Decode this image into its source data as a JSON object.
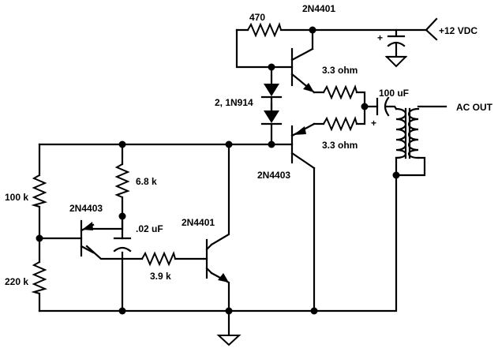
{
  "components": {
    "r470": {
      "label": "470"
    },
    "q_top": {
      "label": "2N4401"
    },
    "supply": {
      "label": "+12 VDC"
    },
    "r3a": {
      "label": "3.3 ohm"
    },
    "c100": {
      "label": "100 uF",
      "polarity": "+"
    },
    "c_supply": {
      "polarity": "+"
    },
    "diodes": {
      "label": "2, 1N914"
    },
    "r3b": {
      "label": "3.3 ohm"
    },
    "xfmr": {
      "label": "AC OUT"
    },
    "r100k": {
      "label": "100 k"
    },
    "r68k": {
      "label": "6.8 k"
    },
    "q_pnp_b": {
      "label": "2N4403"
    },
    "q_pnp_l": {
      "label": "2N4403"
    },
    "c02": {
      "label": ".02 uF"
    },
    "q_mid": {
      "label": "2N4401"
    },
    "r39k": {
      "label": "3.9 k"
    },
    "r220k": {
      "label": "220 k"
    }
  }
}
